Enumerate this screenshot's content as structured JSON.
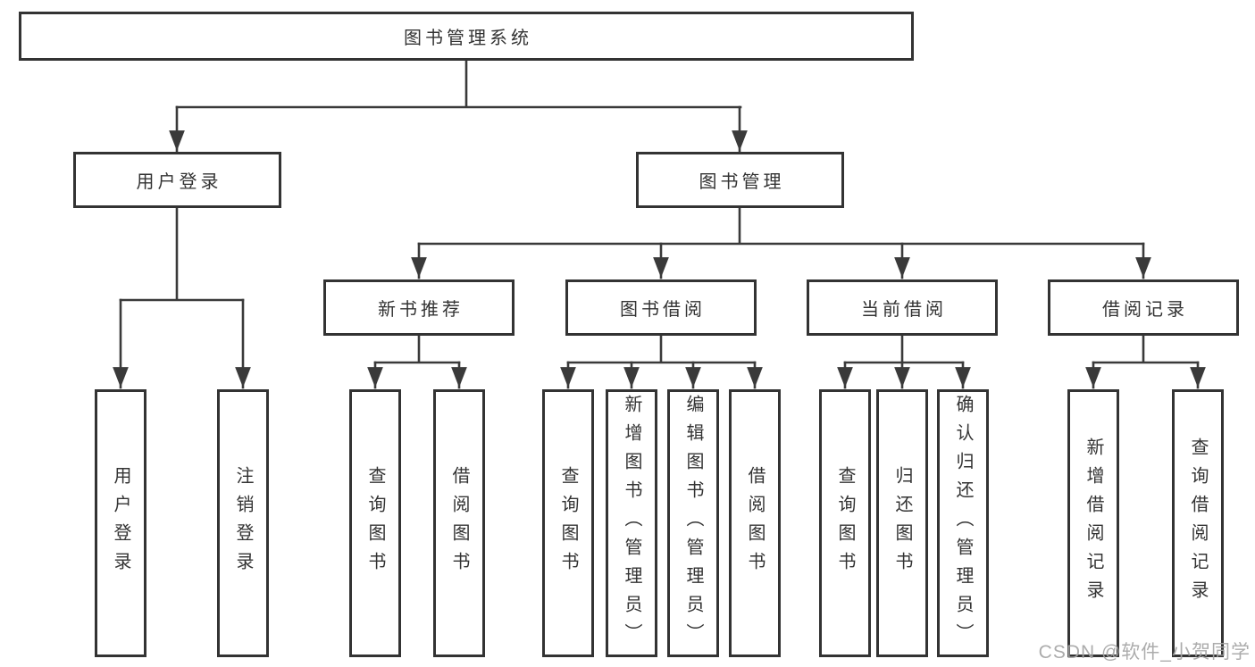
{
  "tree": {
    "root": {
      "label": "图书管理系统"
    },
    "branches": [
      {
        "label": "用户登录",
        "children": [
          {
            "label": "用户登录"
          },
          {
            "label": "注销登录"
          }
        ]
      },
      {
        "label": "图书管理",
        "children": [
          {
            "label": "新书推荐",
            "children": [
              {
                "label": "查询图书"
              },
              {
                "label": "借阅图书"
              }
            ]
          },
          {
            "label": "图书借阅",
            "children": [
              {
                "label": "查询图书"
              },
              {
                "label": "新增图书（管理员）"
              },
              {
                "label": "编辑图书（管理员）"
              },
              {
                "label": "借阅图书"
              }
            ]
          },
          {
            "label": "当前借阅",
            "children": [
              {
                "label": "查询图书"
              },
              {
                "label": "归还图书"
              },
              {
                "label": "确认归还（管理员）"
              }
            ]
          },
          {
            "label": "借阅记录",
            "children": [
              {
                "label": "新增借阅记录"
              },
              {
                "label": "查询借阅记录"
              }
            ]
          }
        ]
      }
    ]
  },
  "watermark": {
    "text": "CSDN @软件_小贺同学"
  },
  "colors": {
    "line": "#3a3a3a",
    "box_border": "#333333",
    "text": "#333333",
    "watermark": "#a5a5a5",
    "background": "#ffffff"
  }
}
